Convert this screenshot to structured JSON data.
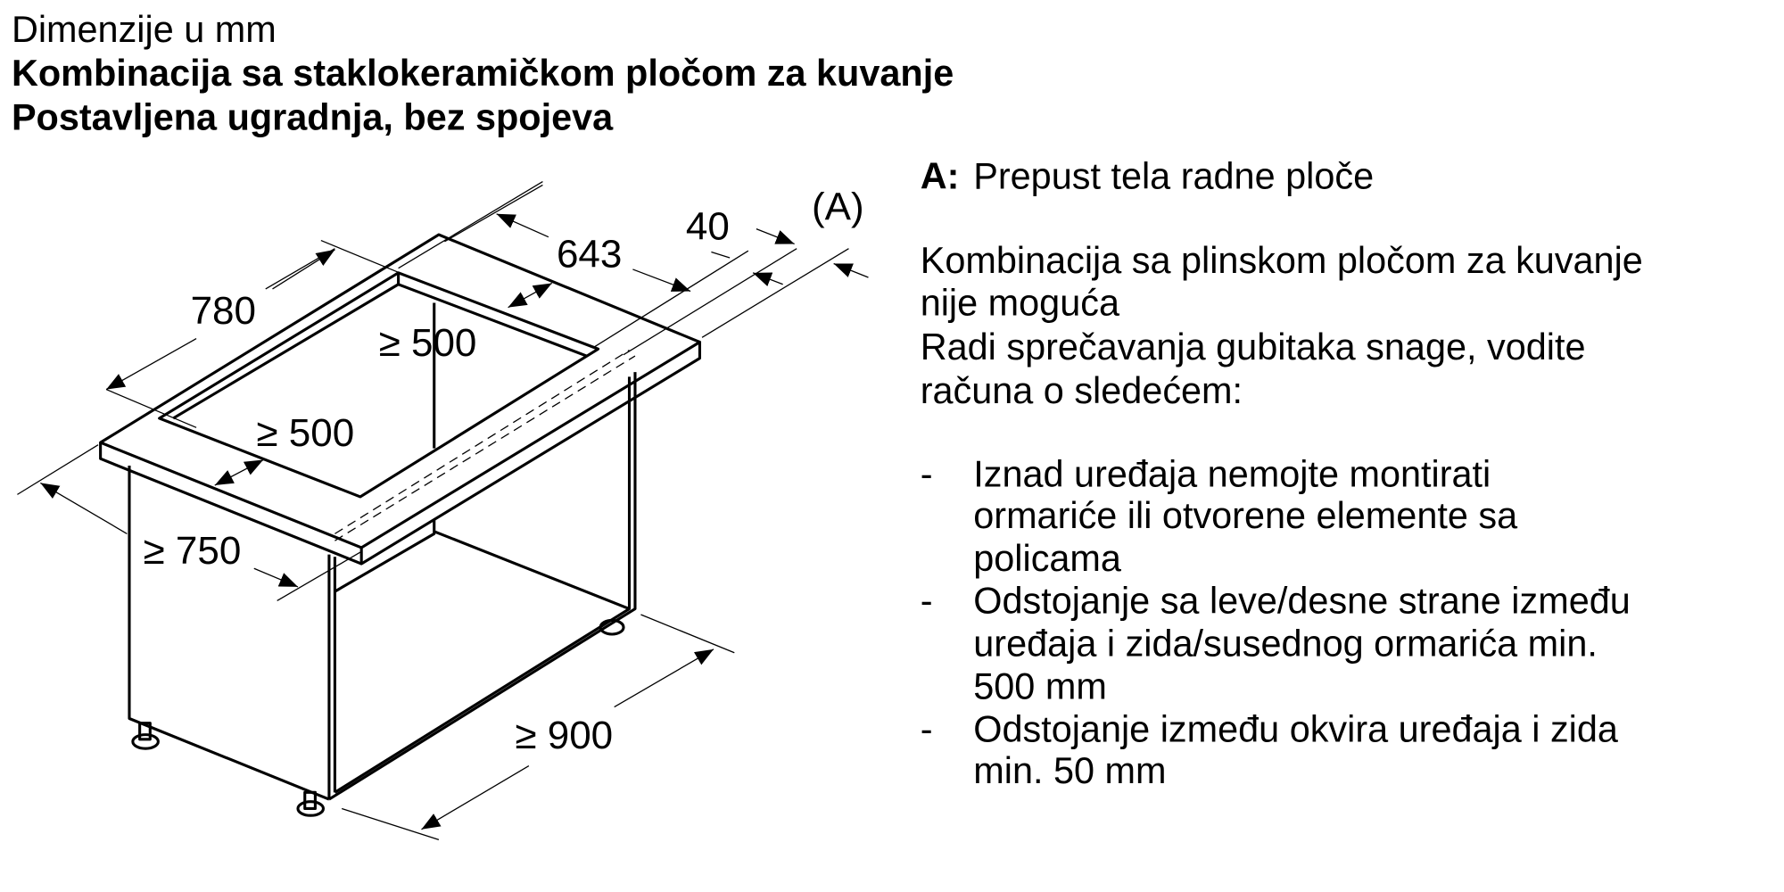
{
  "header": {
    "line1": "Dimenzije u mm",
    "line2": "Kombinacija sa staklokeramičkom pločom za kuvanje",
    "line3": "Postavljena ugradnja, bez spojeva"
  },
  "drawing": {
    "labels": {
      "depth": "780",
      "cutout_width": "643",
      "overhang": "40",
      "marker": "(A)",
      "clear_back": "≥ 500",
      "clear_side": "≥ 500",
      "clear_front": "≥ 750",
      "cabinet_width": "≥ 900"
    }
  },
  "notes": {
    "legend_key": "A:",
    "legend_text": "Prepust tela radne ploče",
    "para1": [
      "Kombinacija sa plinskom pločom za kuvanje",
      "nije moguća"
    ],
    "para2": [
      "Radi sprečavanja gubitaka snage, vodite",
      "računa o sledećem:"
    ],
    "bullets": [
      {
        "marker": "-",
        "lines": [
          "Iznad uređaja nemojte montirati",
          "ormariće ili otvorene elemente sa",
          "policama"
        ]
      },
      {
        "marker": "-",
        "lines": [
          "Odstojanje sa leve/desne strane između",
          "uređaja i zida/susednog ormarića min.",
          "500 mm"
        ]
      },
      {
        "marker": "-",
        "lines": [
          "Odstojanje između okvira uređaja i zida",
          "min. 50 mm"
        ]
      }
    ]
  }
}
